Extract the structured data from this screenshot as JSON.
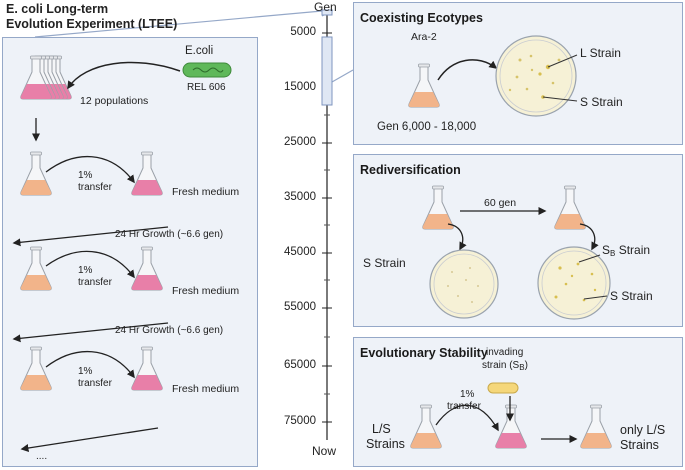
{
  "title_line1": "E. coli Long-term",
  "title_line2": "Evolution Experiment (LTEE)",
  "ecoli_label": "E.coli",
  "rel_label": "REL 606",
  "populations_label": "12 populations",
  "transfer_pct": "1%",
  "transfer_word": "transfer",
  "fresh_medium": "Fresh medium",
  "growth_label": "24 Hr Growth  (~6.6 gen)",
  "ellipsis": "....",
  "axis": {
    "top_label": "Gen",
    "bottom_label": "Now",
    "ticks": [
      "5000",
      "15000",
      "25000",
      "35000",
      "45000",
      "55000",
      "65000",
      "75000"
    ]
  },
  "coexisting": {
    "title": "Coexisting Ecotypes",
    "flask_label": "Ara-2",
    "l_strain": "L Strain",
    "s_strain": "S Strain",
    "gen_range": "Gen 6,000 - 18,000"
  },
  "rediversification": {
    "title": "Rediversification",
    "gen_label": "60 gen",
    "s_strain": "S Strain",
    "sb_strain_main": "S",
    "sb_strain_sub": "B",
    "sb_strain_rest": " Strain",
    "s_strain_right": "S Strain"
  },
  "stability": {
    "title": "Evolutionary Stability",
    "invading_line1": "invading",
    "invading_line2_main": "strain (S",
    "invading_line2_sub": "B",
    "invading_line2_end": ")",
    "transfer_pct": "1%",
    "transfer_word": "transfer",
    "ls_line1": "L/S",
    "ls_line2": "Strains",
    "only_line1": "only L/S",
    "only_line2": "Strains"
  },
  "colors": {
    "panel_fill": "#eef2f8",
    "panel_border": "#95a8c8",
    "pink_medium": "#e87fa8",
    "peach_medium": "#f2b48a",
    "dish_fill": "#f6f1d6",
    "ecoli_green": "#5fb85a",
    "sb_yellow": "#f5d77a"
  }
}
